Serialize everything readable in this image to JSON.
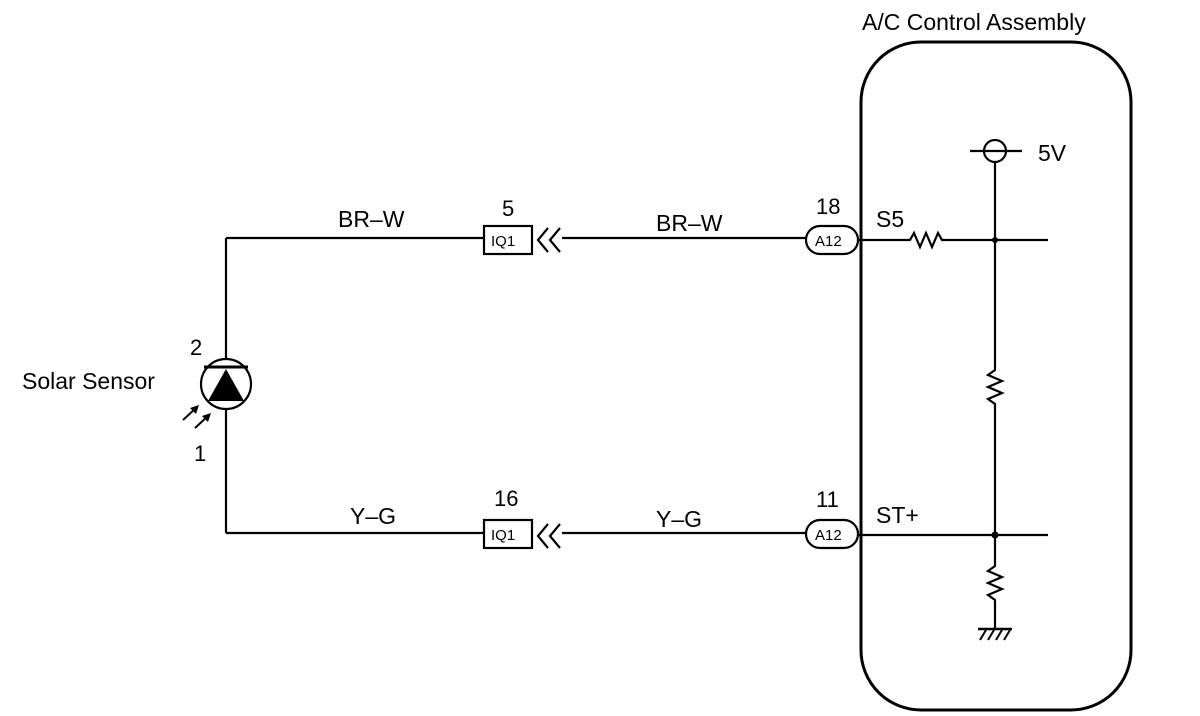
{
  "title": "A/C Control Assembly",
  "solar_sensor": {
    "label": "Solar Sensor",
    "pin_top": "2",
    "pin_bottom": "1"
  },
  "wires": {
    "upper_left": "BR–W",
    "upper_right": "BR–W",
    "lower_left": "Y–G",
    "lower_right": "Y–G"
  },
  "connectors": {
    "iq1_upper": {
      "label": "IQ1",
      "pin": "5"
    },
    "iq1_lower": {
      "label": "IQ1",
      "pin": "16"
    },
    "a12_upper": {
      "label": "A12",
      "pin": "18"
    },
    "a12_lower": {
      "label": "A12",
      "pin": "11"
    }
  },
  "terminals": {
    "s5": "S5",
    "st_plus": "ST+"
  },
  "supply": {
    "label": "5V"
  },
  "icons": [
    "photodiode-icon",
    "light-arrows-icon",
    "connector-arrow-icon",
    "resistor-icon",
    "ground-icon",
    "power-supply-icon"
  ]
}
